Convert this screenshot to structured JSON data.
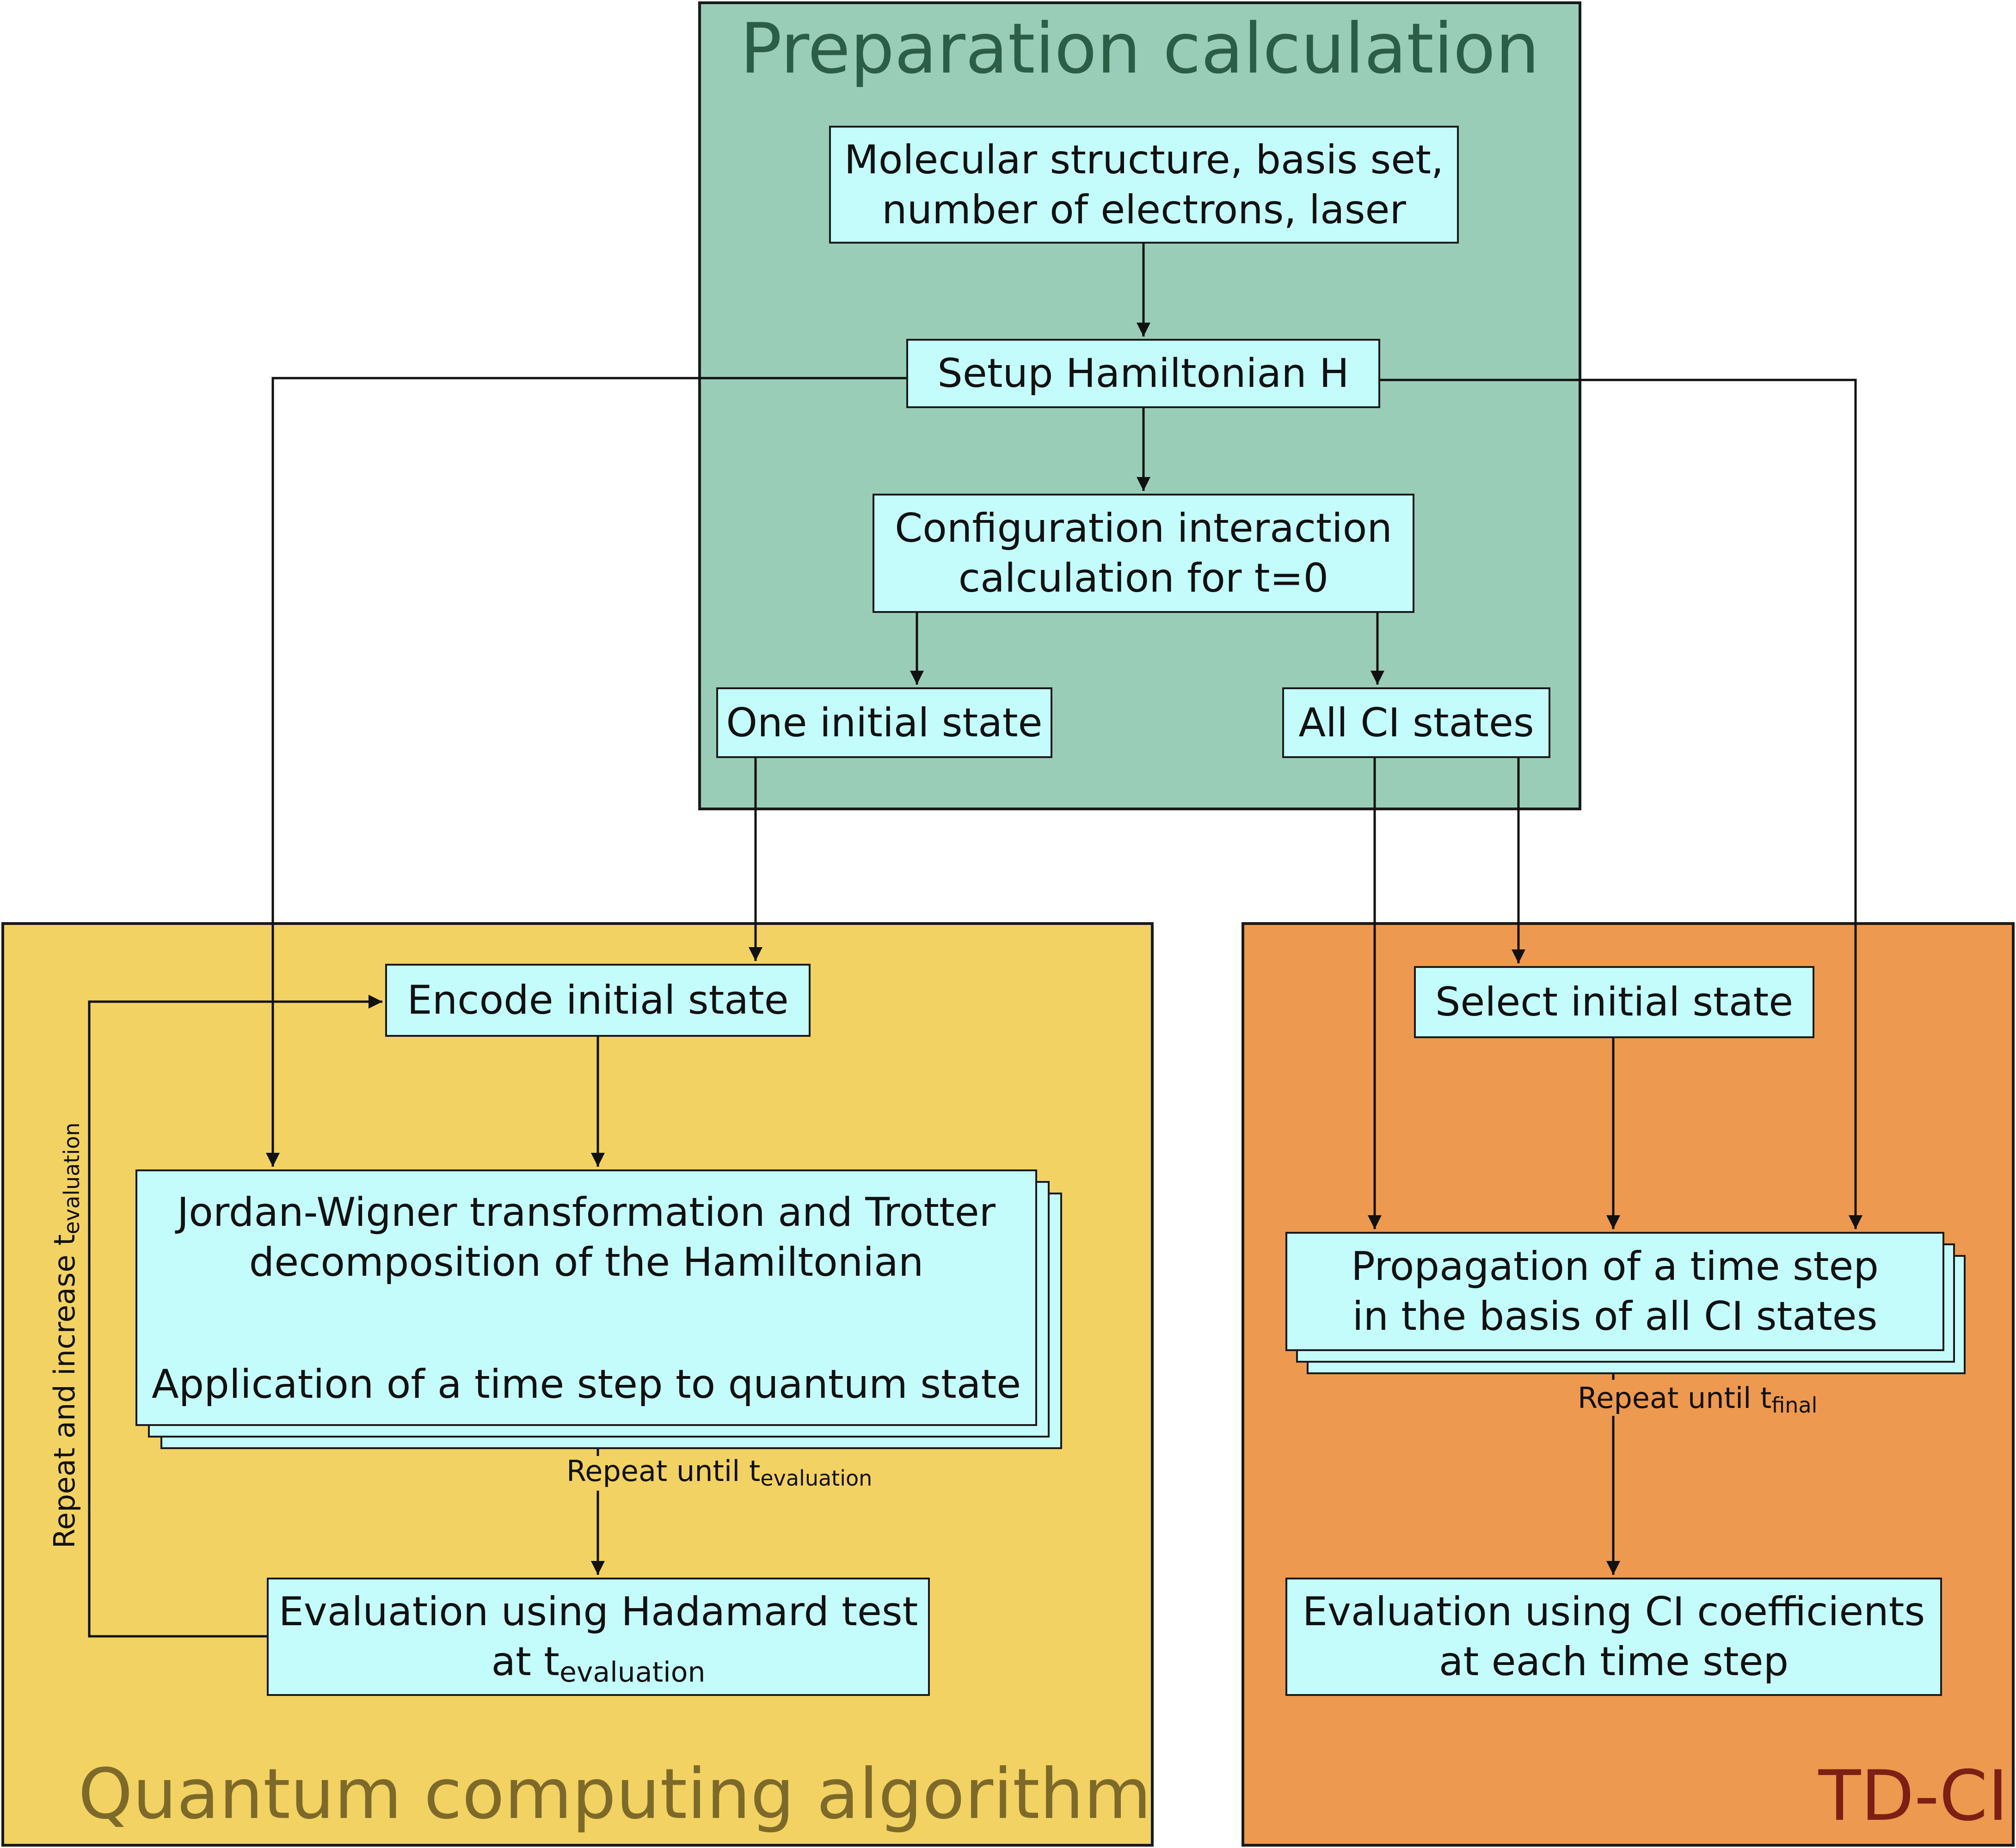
{
  "regions": {
    "preparation": "Preparation calculation",
    "quantum": "Quantum computing algorithm",
    "tdci": "TD-CI"
  },
  "nodes": {
    "inputs": [
      "Molecular structure, basis set,",
      "number of electrons, laser"
    ],
    "hamiltonian": "Setup Hamiltonian H",
    "ci_calc": [
      "Configuration interaction",
      "calculation for t=0"
    ],
    "one_initial_state": "One initial state",
    "all_ci_states": "All CI states",
    "encode": "Encode initial state",
    "jordan_wigner": [
      "Jordan-Wigner transformation and Trotter",
      "decomposition of the Hamiltonian"
    ],
    "apply_step": "Application of a time step to quantum state",
    "hadamard": {
      "line1": "Evaluation using Hadamard test",
      "line2_prefix": "at t",
      "line2_sub": "evaluation"
    },
    "select_initial": "Select initial state",
    "propagation": [
      "Propagation of a time step",
      "in the basis of all CI states"
    ],
    "ci_eval": [
      "Evaluation using CI coefficients",
      "at each time step"
    ]
  },
  "loop_labels": {
    "repeat_until_eval": {
      "prefix": "Repeat until t",
      "sub": "evaluation"
    },
    "repeat_increase": {
      "prefix": "Repeat and increase t",
      "sub": "evaluation"
    },
    "repeat_until_final": {
      "prefix": "Repeat until t",
      "sub": "final"
    }
  },
  "colors": {
    "preparation_bg": "#9acdb8",
    "quantum_bg": "#f2d262",
    "tdci_bg": "#ed994f",
    "box_bg": "#c4fcfc",
    "preparation_title": "#2c5e47",
    "quantum_title": "#7d6a2a",
    "tdci_title": "#7c1f14"
  }
}
